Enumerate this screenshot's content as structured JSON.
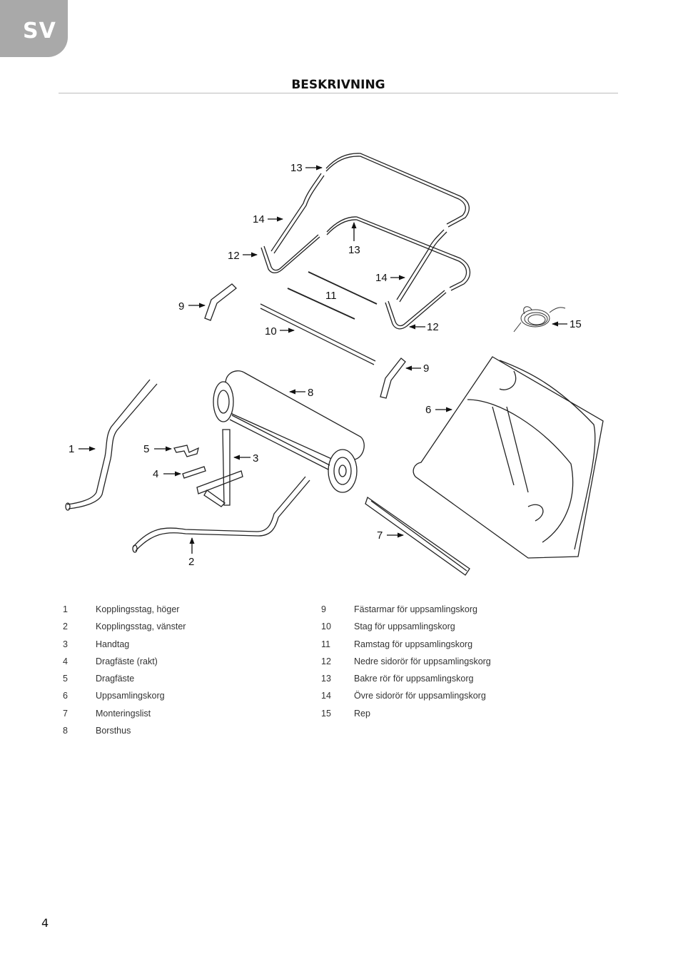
{
  "language_tab": "SV",
  "title": "BESKRIVNING",
  "callouts": [
    "13",
    "14",
    "12",
    "13",
    "14",
    "11",
    "9",
    "10",
    "12",
    "15",
    "9",
    "8",
    "6",
    "1",
    "5",
    "3",
    "4",
    "7",
    "2"
  ],
  "legend": {
    "left": [
      {
        "num": "1",
        "text": "Kopplingsstag, höger"
      },
      {
        "num": "2",
        "text": "Kopplingsstag, vänster"
      },
      {
        "num": "3",
        "text": "Handtag"
      },
      {
        "num": "4",
        "text": "Dragfäste (rakt)"
      },
      {
        "num": "5",
        "text": "Dragfäste"
      },
      {
        "num": "6",
        "text": "Uppsamlingskorg"
      },
      {
        "num": "7",
        "text": "Monteringslist"
      },
      {
        "num": "8",
        "text": "Borsthus"
      }
    ],
    "right": [
      {
        "num": "9",
        "text": "Fästarmar för uppsamlingskorg"
      },
      {
        "num": "10",
        "text": "Stag för uppsamlingskorg"
      },
      {
        "num": "11",
        "text": "Ramstag för uppsamlingskorg"
      },
      {
        "num": "12",
        "text": "Nedre sidorör för uppsamlingskorg"
      },
      {
        "num": "13",
        "text": "Bakre rör för uppsamlingskorg"
      },
      {
        "num": "14",
        "text": "Övre sidorör för uppsamlingskorg"
      },
      {
        "num": "15",
        "text": "Rep"
      }
    ]
  },
  "page_number": "4"
}
